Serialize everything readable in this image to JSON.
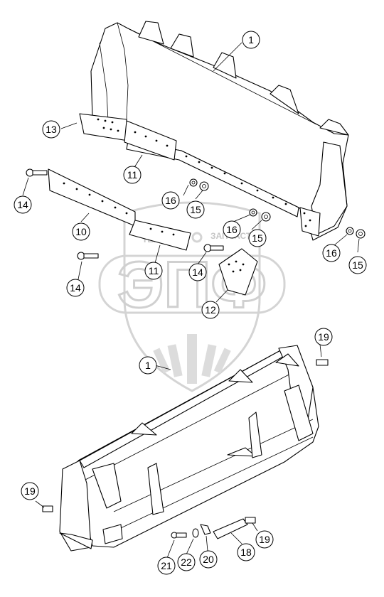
{
  "watermark": {
    "brand": "ЭПФ",
    "tagline_left": "ТЕХНИКА",
    "tagline_right": "ЗАПЧАСТИ"
  },
  "callouts": [
    {
      "id": "c1",
      "label": "1"
    },
    {
      "id": "c13",
      "label": "13"
    },
    {
      "id": "c11a",
      "label": "11"
    },
    {
      "id": "c14a",
      "label": "14"
    },
    {
      "id": "c16a",
      "label": "16"
    },
    {
      "id": "c15a",
      "label": "15"
    },
    {
      "id": "c10",
      "label": "10"
    },
    {
      "id": "c16b",
      "label": "16"
    },
    {
      "id": "c15b",
      "label": "15"
    },
    {
      "id": "c11b",
      "label": "11"
    },
    {
      "id": "c14b",
      "label": "14"
    },
    {
      "id": "c14c",
      "label": "14"
    },
    {
      "id": "c12",
      "label": "12"
    },
    {
      "id": "c16c",
      "label": "16"
    },
    {
      "id": "c15c",
      "label": "15"
    },
    {
      "id": "c19a",
      "label": "19"
    },
    {
      "id": "c1b",
      "label": "1"
    },
    {
      "id": "c19b",
      "label": "19"
    },
    {
      "id": "c19c",
      "label": "19"
    },
    {
      "id": "c21",
      "label": "21"
    },
    {
      "id": "c22",
      "label": "22"
    },
    {
      "id": "c20",
      "label": "20"
    },
    {
      "id": "c18",
      "label": "18"
    }
  ]
}
